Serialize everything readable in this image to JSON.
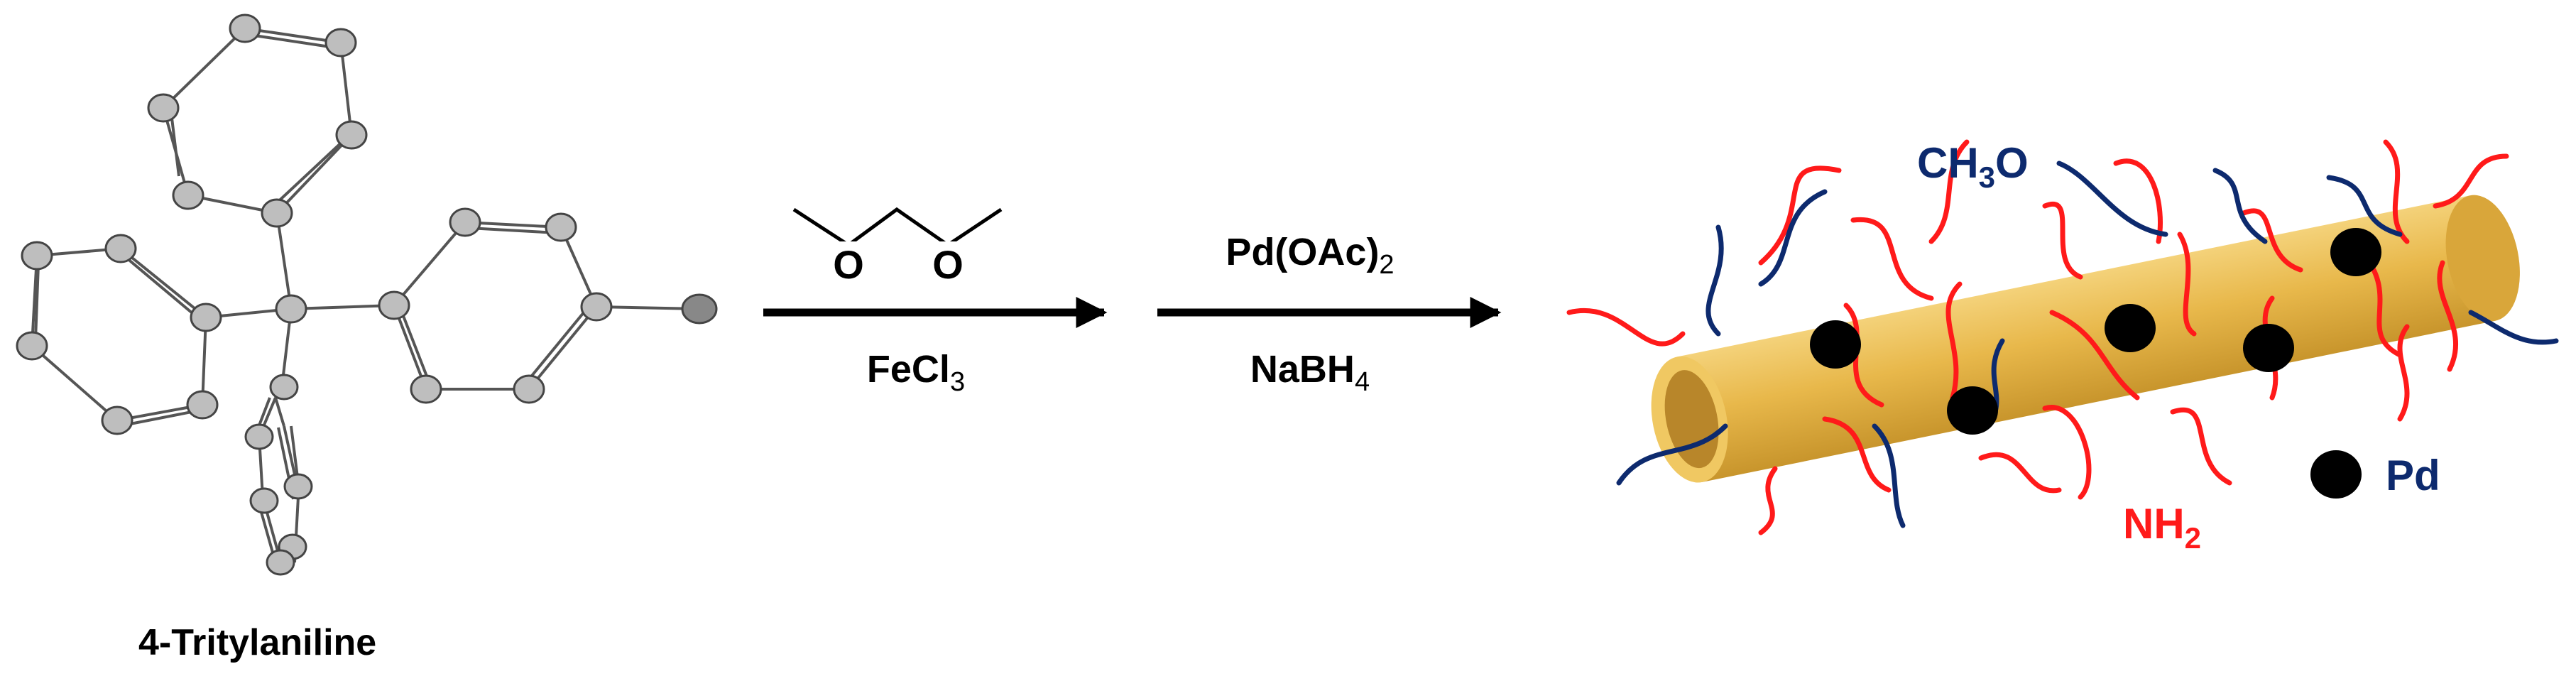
{
  "molecule": {
    "name": "4-Tritylaniline"
  },
  "step1": {
    "reagent_atoms": [
      "O",
      "O"
    ],
    "catalyst": {
      "base": "FeCl",
      "sub": "3"
    }
  },
  "step2": {
    "reagent1": {
      "base": "Pd(OAc)",
      "sub": "2"
    },
    "reagent2": {
      "base": "NaBH",
      "sub": "4"
    }
  },
  "product": {
    "methoxy": {
      "a": "CH",
      "sub": "3",
      "b": "O"
    },
    "amine": {
      "a": "NH",
      "sub": "2"
    },
    "pd_legend": "Pd"
  },
  "colors": {
    "gold": "#E8B84B",
    "red_chain": "#FF1A1A",
    "blue_chain": "#0D2A6E",
    "navy_text": "#0D2A6E",
    "atom_gray": "#BEBEBE",
    "arrow": "#000000"
  }
}
